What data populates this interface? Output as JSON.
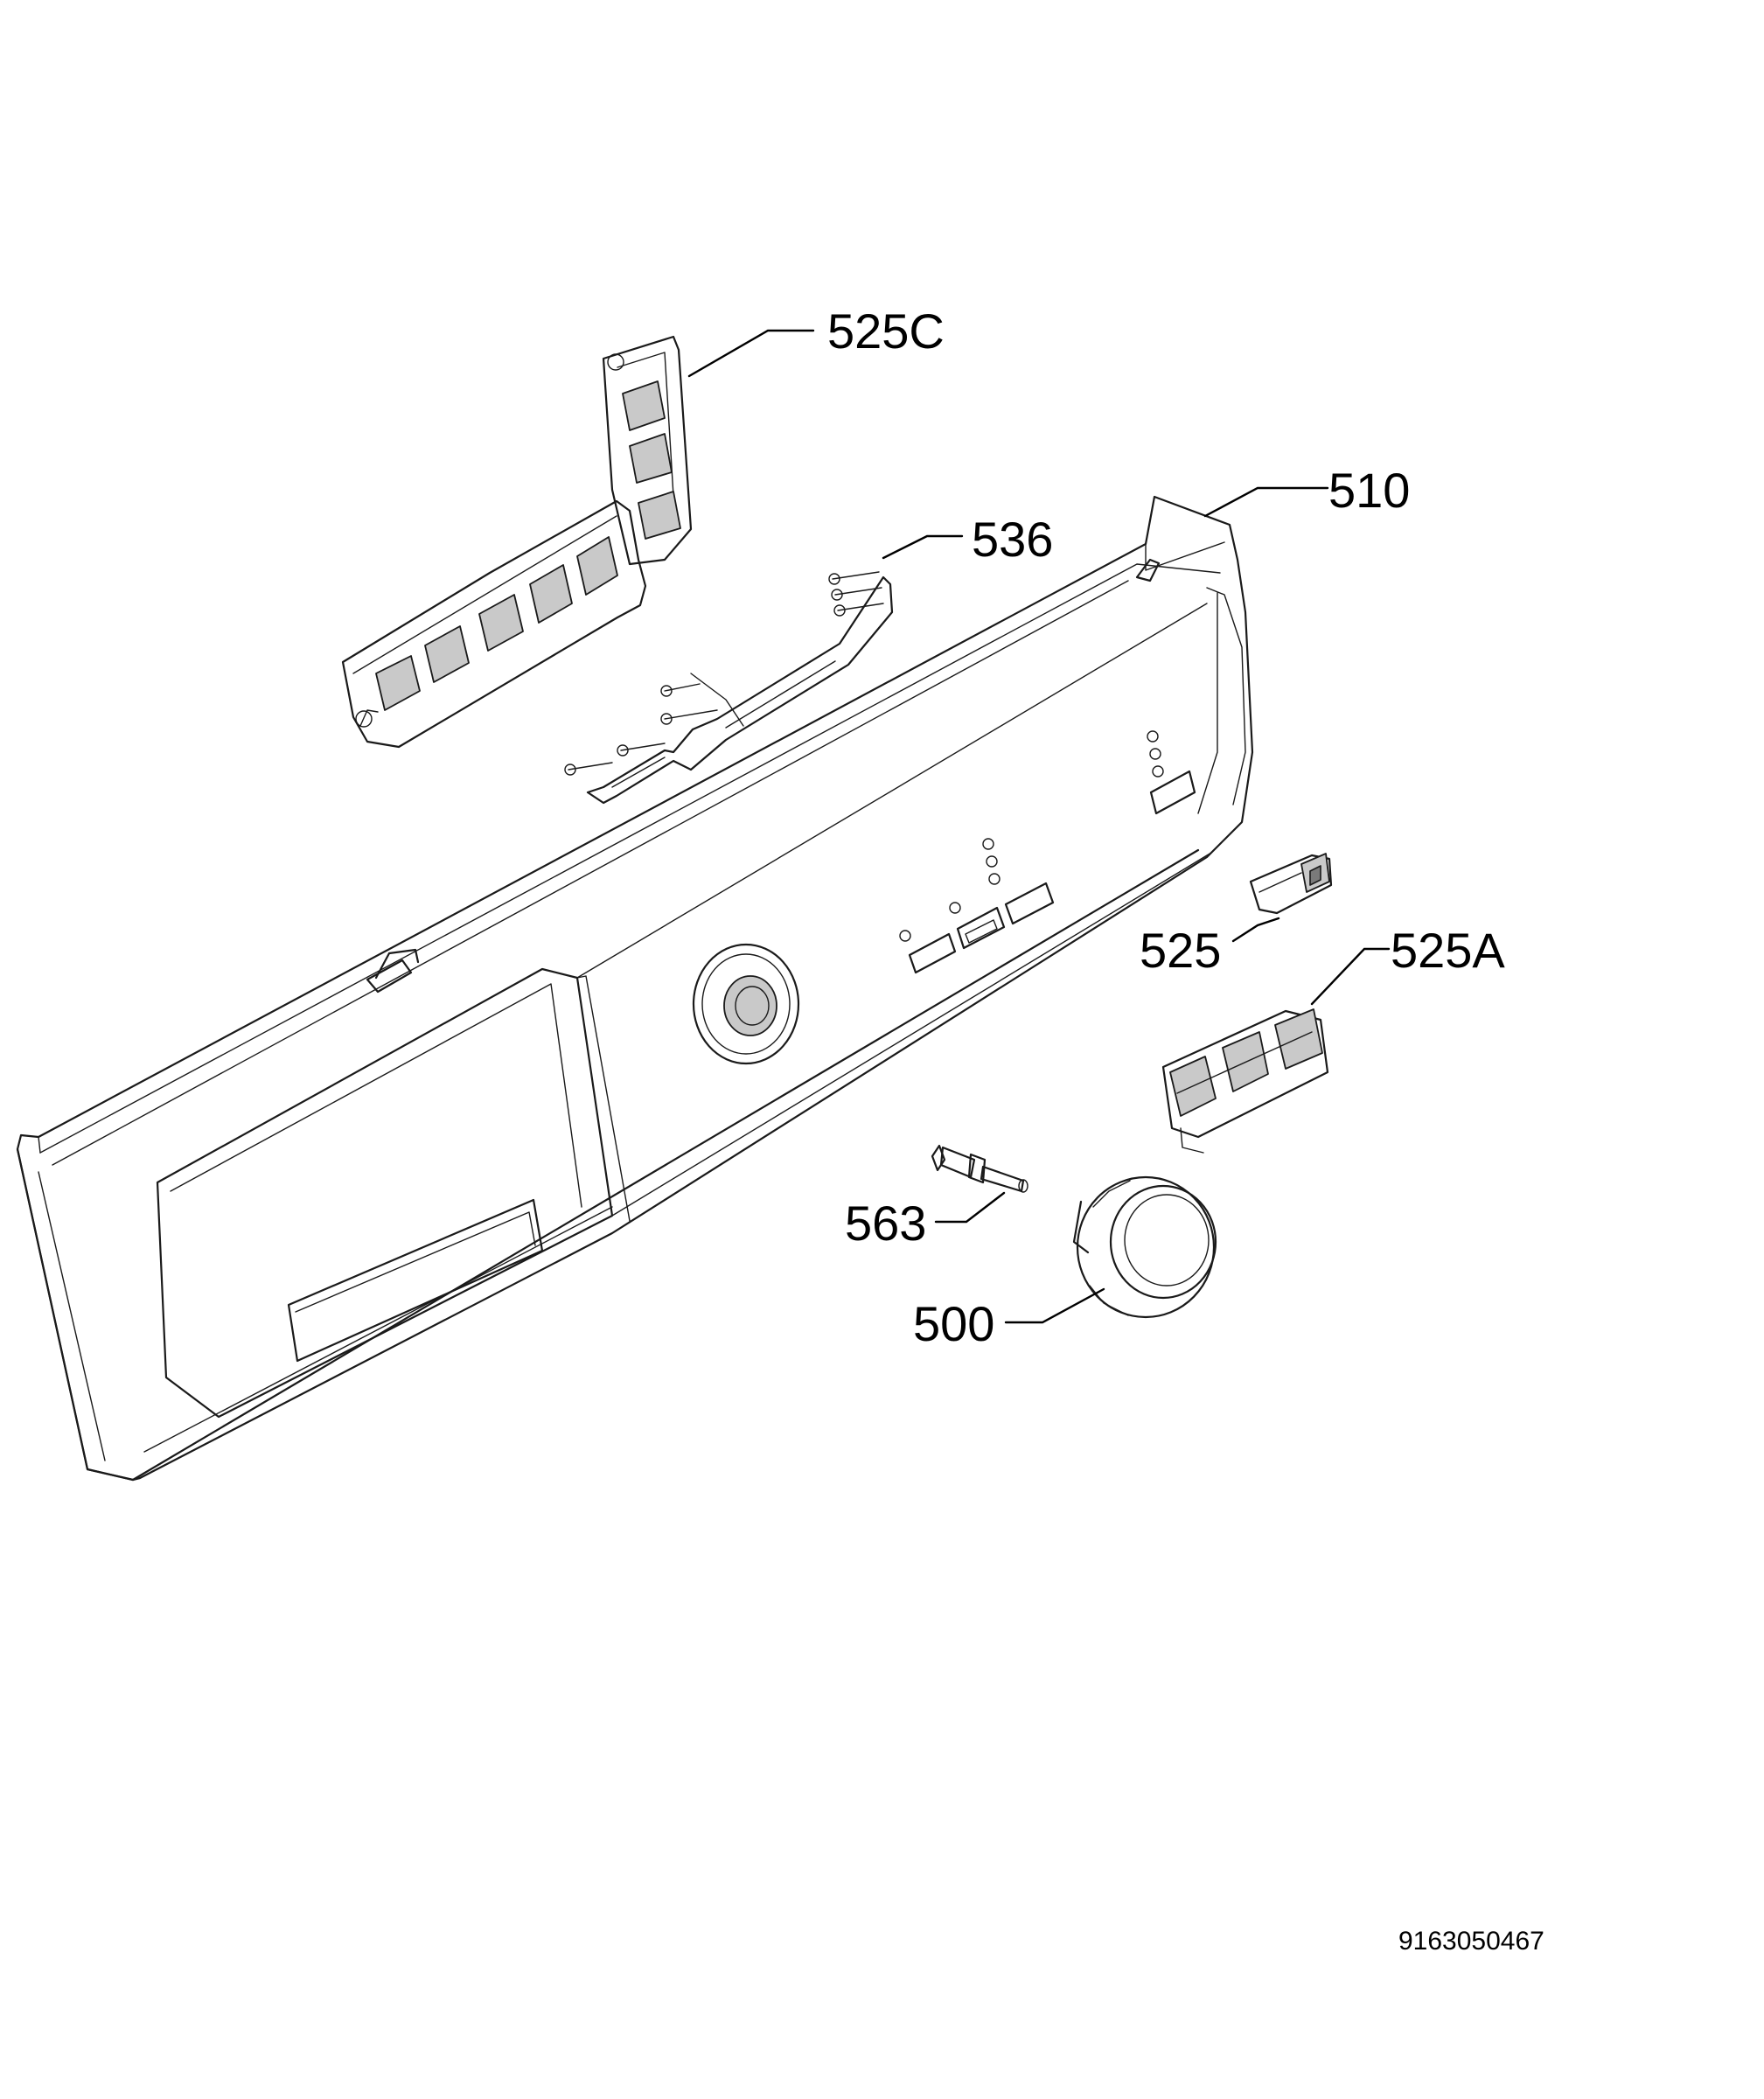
{
  "callouts": {
    "c525C": "525C",
    "c536": "536",
    "c510": "510",
    "c525": "525",
    "c525A": "525A",
    "c563": "563",
    "c500": "500"
  },
  "document_number": "9163050467"
}
